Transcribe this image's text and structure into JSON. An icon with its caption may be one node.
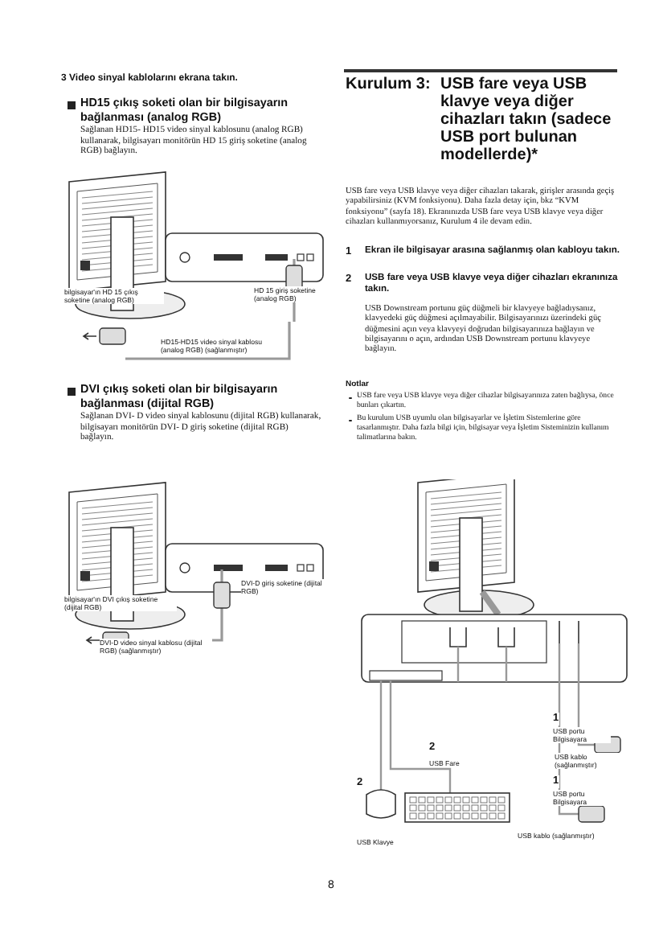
{
  "diagram": {
    "nodes": [
      {
        "text": [],
        "shape": "picture"
      },
      {
        "text": [],
        "shape": "picture"
      },
      {
        "text": [],
        "shape": "picture"
      }
    ],
    "labels": [
      "3 Video sinyal kablolarını ekrana takın.",
      "HD15 çıkış soketi olan bir bilgisayarın bağlanması (analog RGB)",
      "Sağlanan HD15- HD15 video sinyal kablosunu (analog RGB) kullanarak, bilgisayarı monitörün HD 15 giriş soketine (analog RGB) bağlayın.",
      "HD 15 giriş soketine (analog RGB)",
      "bilgisayar'ın HD 15 çıkış soketine (analog RGB)",
      "HD15-HD15 video sinyal kablosu (analog RGB) (sağlanmıştır)",
      "DVI çıkış soketi olan bir bilgisayarın bağlanması (dijital RGB)",
      "Sağlanan DVI- D video sinyal kablosunu (dijital RGB) kullanarak, bilgisayarı monitörün DVI- D giriş soketine (dijital RGB) bağlayın.",
      "DVI-D giriş soketine (dijital RGB)",
      "bilgisayar'ın DVI çıkış soketine (dijital RGB)",
      "DVI-D video sinyal kablosu (dijital RGB) (sağlanmıştır)",
      "Kurulum 3:",
      "USB fare veya USB klavye veya diğer cihazları takın (sadece USB port bulunan modellerde)*",
      "USB fare veya USB klavye veya diğer cihazları takarak, girişler arasında geçiş yapabilirsiniz (KVM fonksiyonu). Daha fazla detay için, bkz “KVM fonksiyonu” (sayfa 18). Ekranınızda USB fare veya USB klavye veya diğer cihazları kullanmıyorsanız, Kurulum 4 ile devam edin.",
      "1",
      "Ekran ile bilgisayar arasına sağlanmış olan kabloyu takın.",
      "2",
      "USB fare veya USB klavye veya diğer cihazları ekranınıza takın.",
      "USB Downstream portunu güç düğmeli bir klavyeye bağladıysanız, klavyedeki güç düğmesi açılmayabilir. Bilgisayarınızı üzerindeki güç düğmesini açın veya klavyeyi doğrudan bilgisayarınıza bağlayın ve bilgisayarını o açın, ardından USB Downstream portunu klavyeye bağlayın.",
      "Notlar",
      "USB fare veya USB klavye veya diğer cihazlar bilgisayarınıza zaten bağlıysa, önce bunları çıkartın.",
      "Bu kurulum USB uyumlu olan bilgisayarlar ve İşletim Sistemlerine göre tasarlanmıştır. Daha fazla bilgi için, bilgisayar veya İşletim Sisteminizin kullanım talimatlarına bakın.",
      "1",
      "USB portu Bilgisayara",
      "USB kablo (sağlanmıştır)",
      "2",
      "USB Fare",
      "1",
      "USB portu Bilgisayara",
      "2",
      "USB Klavye",
      "USB kablo (sağlanmıştır)",
      "8"
    ]
  }
}
